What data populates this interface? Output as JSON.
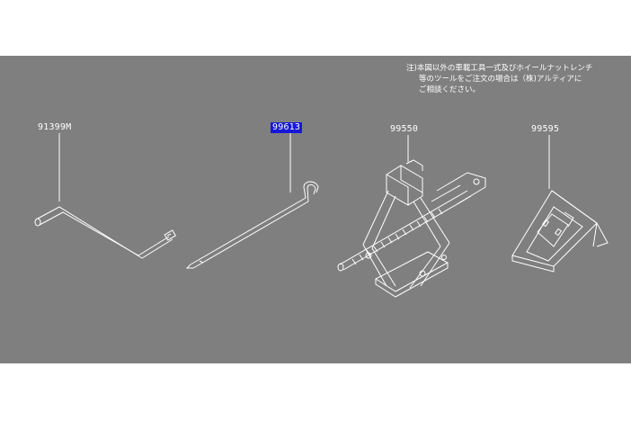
{
  "diagram": {
    "background": "#7f7f7f",
    "line_color": "#ffffff",
    "highlight_color": "#1717d9",
    "note": {
      "line1": "注)本図以外の車載工具一式及びホイールナットレンチ",
      "line2": "等のツールをご注文の場合は（株)アルティアに",
      "line3": "ご相談ください。"
    },
    "parts": [
      {
        "number": "91399M",
        "highlighted": false
      },
      {
        "number": "99613",
        "highlighted": true
      },
      {
        "number": "99550",
        "highlighted": false
      },
      {
        "number": "99595",
        "highlighted": false
      }
    ]
  }
}
